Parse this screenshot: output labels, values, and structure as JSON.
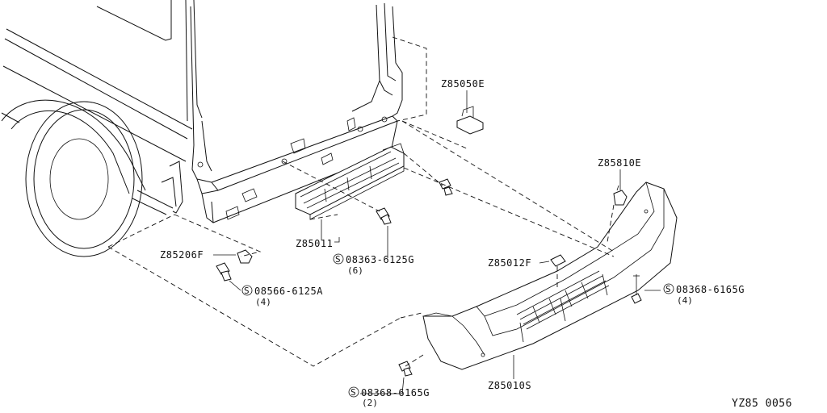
{
  "diagram_id": "YZ85 0056",
  "parts": {
    "bracket_upper": "Z85050E",
    "clip_right": "Z85810E",
    "step_rail": "Z85011",
    "clip_left": "Z85206F",
    "pad_center": "Z85012F",
    "bumper": "Z85010S"
  },
  "fasteners": {
    "bolt_6125g": {
      "symbol": "S",
      "number": "08363-6125G",
      "qty": "(6)"
    },
    "bolt_6125a": {
      "symbol": "S",
      "number": "08566-6125A",
      "qty": "(4)"
    },
    "bolt_6165g_right": {
      "symbol": "S",
      "number": "08368-6165G",
      "qty": "(4)"
    },
    "bolt_6165g_bottom": {
      "symbol": "S",
      "number": "08368-6165G",
      "qty": "(2)"
    }
  }
}
